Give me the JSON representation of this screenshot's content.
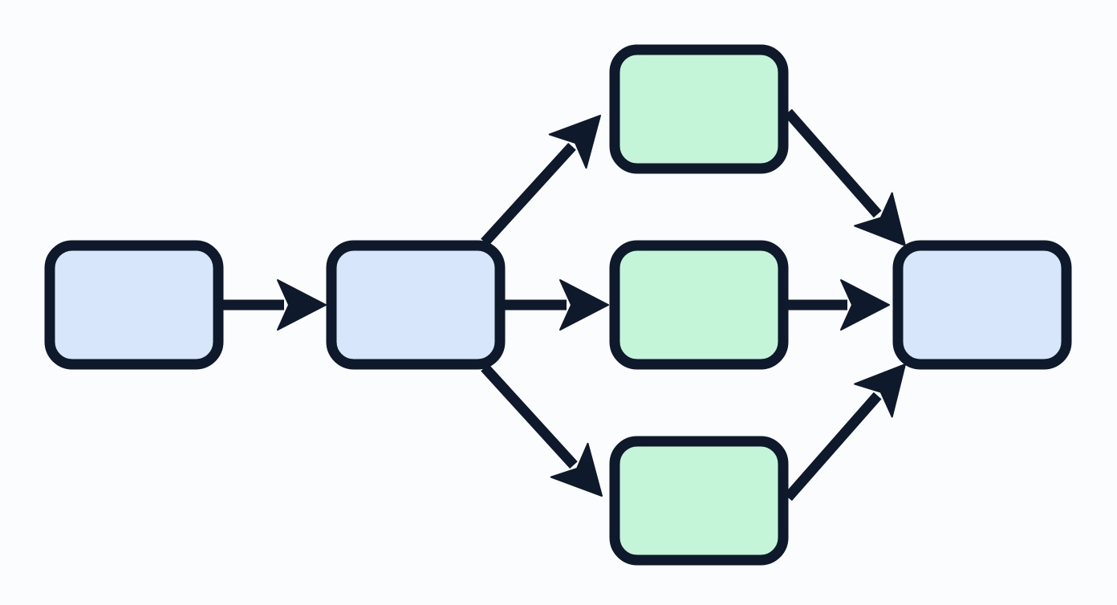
{
  "colors": {
    "background": "#fbfcfe",
    "outline": "#0e1a2b",
    "node_blue_fill": "#d7e6fb",
    "node_green_fill": "#c4f5d9"
  },
  "nodes": [
    {
      "id": "start",
      "label": "",
      "fill": "node_blue_fill"
    },
    {
      "id": "split",
      "label": "",
      "fill": "node_blue_fill"
    },
    {
      "id": "branch-top",
      "label": "",
      "fill": "node_green_fill"
    },
    {
      "id": "branch-middle",
      "label": "",
      "fill": "node_green_fill"
    },
    {
      "id": "branch-bottom",
      "label": "",
      "fill": "node_green_fill"
    },
    {
      "id": "merge",
      "label": "",
      "fill": "node_blue_fill"
    }
  ],
  "edges": [
    {
      "from": "start",
      "to": "split"
    },
    {
      "from": "split",
      "to": "branch-top"
    },
    {
      "from": "split",
      "to": "branch-middle"
    },
    {
      "from": "split",
      "to": "branch-bottom"
    },
    {
      "from": "branch-top",
      "to": "merge"
    },
    {
      "from": "branch-middle",
      "to": "merge"
    },
    {
      "from": "branch-bottom",
      "to": "merge"
    }
  ]
}
